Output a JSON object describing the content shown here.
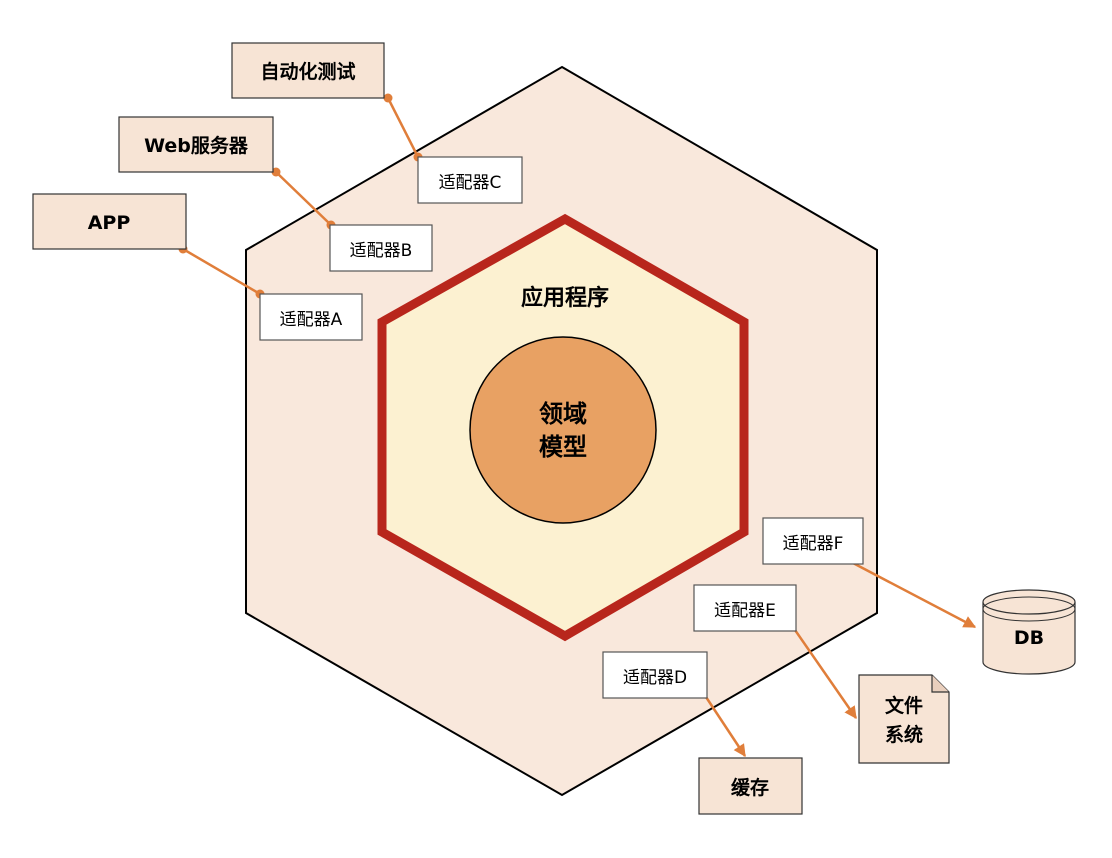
{
  "core": {
    "line1": "领域",
    "line2": "模型"
  },
  "application": {
    "label": "应用程序"
  },
  "adapters": {
    "a": "适配器A",
    "b": "适配器B",
    "c": "适配器C",
    "d": "适配器D",
    "e": "适配器E",
    "f": "适配器F"
  },
  "external": {
    "app": "APP",
    "web": "Web服务器",
    "test": "自动化测试",
    "cache": "缓存",
    "fs_line1": "文件",
    "fs_line2": "系统",
    "db": "DB"
  },
  "colors": {
    "outer_fill": "#f9e8dc",
    "inner_fill": "#fcf1d1",
    "inner_stroke": "#b8261c",
    "core_fill": "#e8a163",
    "connector": "#e07e3a",
    "box_fill": "#f7e4d5"
  }
}
